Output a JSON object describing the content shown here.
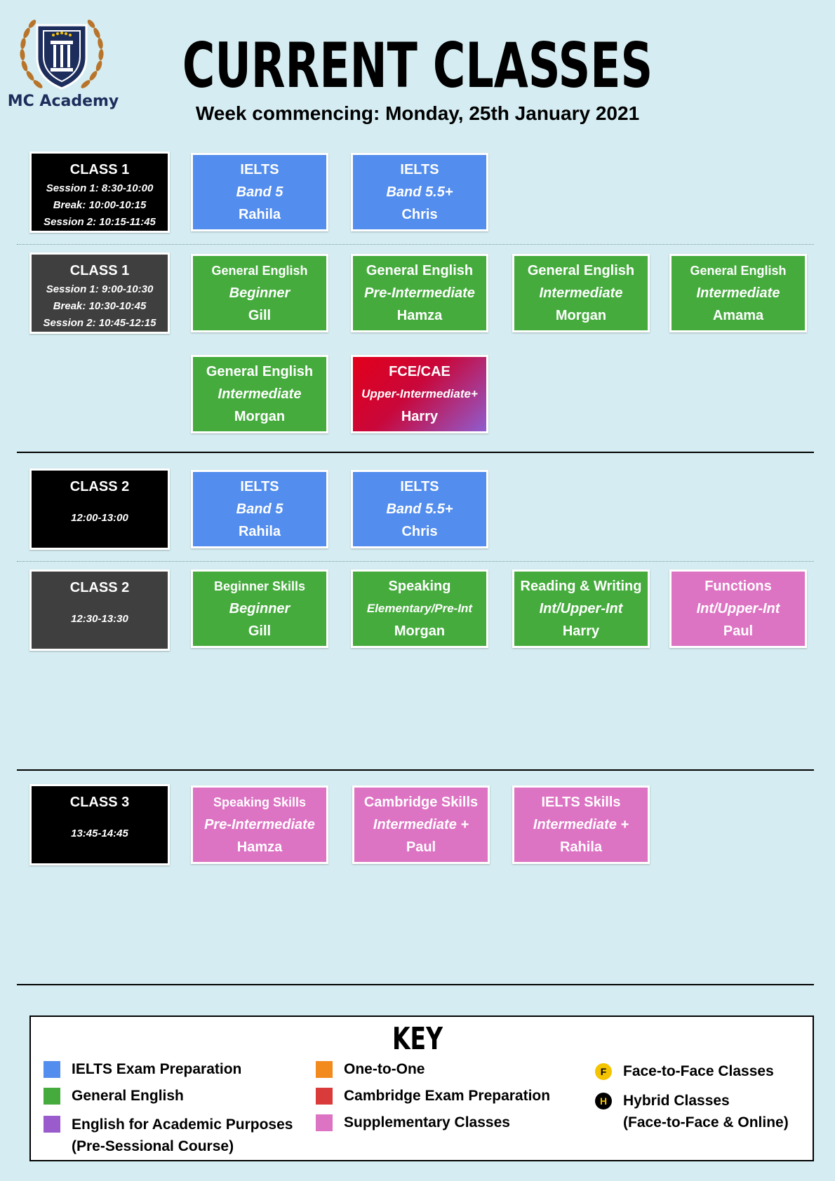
{
  "brand": {
    "name": "MC Academy"
  },
  "header": {
    "title": "CURRENT CLASSES",
    "subtitle": "Week commencing: Monday, 25th January 2021"
  },
  "rows": {
    "r1_label": {
      "title": "CLASS 1",
      "lines": [
        "Session 1: 8:30-10:00",
        "Break: 10:00-10:15",
        "Session 2: 10:15-11:45"
      ]
    },
    "r1": [
      {
        "course": "IELTS",
        "level": "Band 5",
        "teacher": "Rahila"
      },
      {
        "course": "IELTS",
        "level": "Band 5.5+",
        "teacher": "Chris"
      }
    ],
    "r2_label": {
      "title": "CLASS 1",
      "lines": [
        "Session 1: 9:00-10:30",
        "Break: 10:30-10:45",
        "Session 2: 10:45-12:15"
      ]
    },
    "r2": [
      {
        "course": "General English",
        "level": "Beginner",
        "teacher": "Gill"
      },
      {
        "course": "General English",
        "level": "Pre-Intermediate",
        "teacher": "Hamza"
      },
      {
        "course": "General English",
        "level": "Intermediate",
        "teacher": "Morgan"
      },
      {
        "course": "General English",
        "level": "Intermediate",
        "teacher": "Amama"
      }
    ],
    "r3": [
      {
        "course": "General English",
        "level": "Intermediate",
        "teacher": "Morgan"
      },
      {
        "course": "FCE/CAE",
        "level": "Upper-Intermediate+",
        "teacher": "Harry"
      }
    ],
    "r4_label": {
      "title": "CLASS 2",
      "time": "12:00-13:00"
    },
    "r4": [
      {
        "course": "IELTS",
        "level": "Band 5",
        "teacher": "Rahila"
      },
      {
        "course": "IELTS",
        "level": "Band 5.5+",
        "teacher": "Chris"
      }
    ],
    "r5_label": {
      "title": "CLASS 2",
      "time": "12:30-13:30"
    },
    "r5": [
      {
        "course": "Beginner Skills",
        "level": "Beginner",
        "teacher": "Gill"
      },
      {
        "course": "Speaking",
        "level": "Elementary/Pre-Int",
        "teacher": "Morgan"
      },
      {
        "course": "Reading & Writing",
        "level": "Int/Upper-Int",
        "teacher": "Harry"
      },
      {
        "course": "Functions",
        "level": "Int/Upper-Int",
        "teacher": "Paul"
      }
    ],
    "r6_label": {
      "title": "CLASS 3",
      "time": "13:45-14:45"
    },
    "r6": [
      {
        "course": "Speaking Skills",
        "level": "Pre-Intermediate",
        "teacher": "Hamza"
      },
      {
        "course": "Cambridge Skills",
        "level": "Intermediate +",
        "teacher": "Paul"
      },
      {
        "course": "IELTS Skills",
        "level": "Intermediate +",
        "teacher": "Rahila"
      }
    ]
  },
  "key": {
    "title": "KEY",
    "items": [
      {
        "label": "IELTS Exam Preparation",
        "color": "#538ded"
      },
      {
        "label": "General English",
        "color": "#45ab3d"
      },
      {
        "label": "English for Academic Purposes",
        "label2": "(Pre-Sessional Course)",
        "color": "#9a5bcc"
      },
      {
        "label": "One-to-One",
        "color": "#f28a1e"
      },
      {
        "label": "Cambridge Exam Preparation",
        "color": "#d93a3a"
      },
      {
        "label": "Supplementary Classes",
        "color": "#dd73c3"
      }
    ],
    "modes": [
      {
        "letter": "F",
        "label": "Face-to-Face Classes"
      },
      {
        "letter": "H",
        "label": "Hybrid Classes",
        "label2": "(Face-to-Face & Online)"
      }
    ]
  },
  "colors": {
    "background": "#d5edf2",
    "ielts": "#538ded",
    "general_english": "#45ab3d",
    "supplementary": "#dd73c3",
    "fce_gradient": [
      "#e2001b",
      "#8f5dcf"
    ]
  }
}
